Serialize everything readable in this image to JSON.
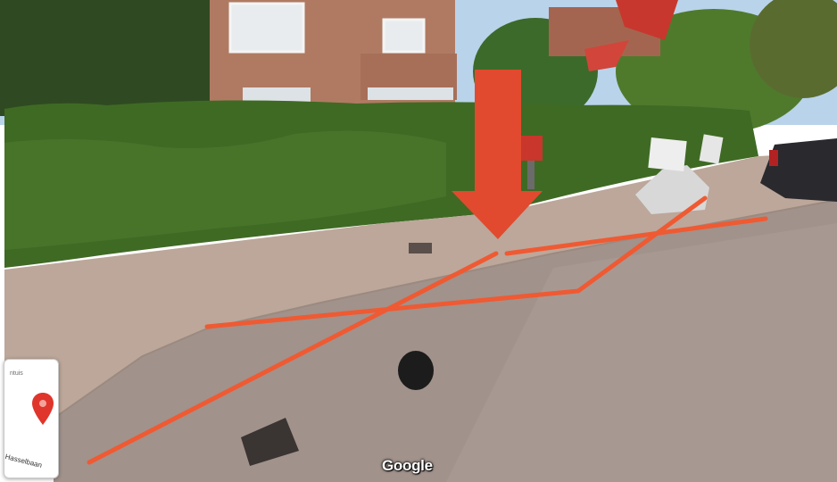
{
  "watermark": {
    "text": "Google"
  },
  "minimap": {
    "label": "ntuis",
    "street": "Hasselbaan",
    "pin_color": "#e0352b"
  },
  "annotations": {
    "arrow_color": "#e14a2e",
    "cross_color": "#ef5a33"
  },
  "icons": [
    "map-pin-icon",
    "down-arrow-icon"
  ]
}
